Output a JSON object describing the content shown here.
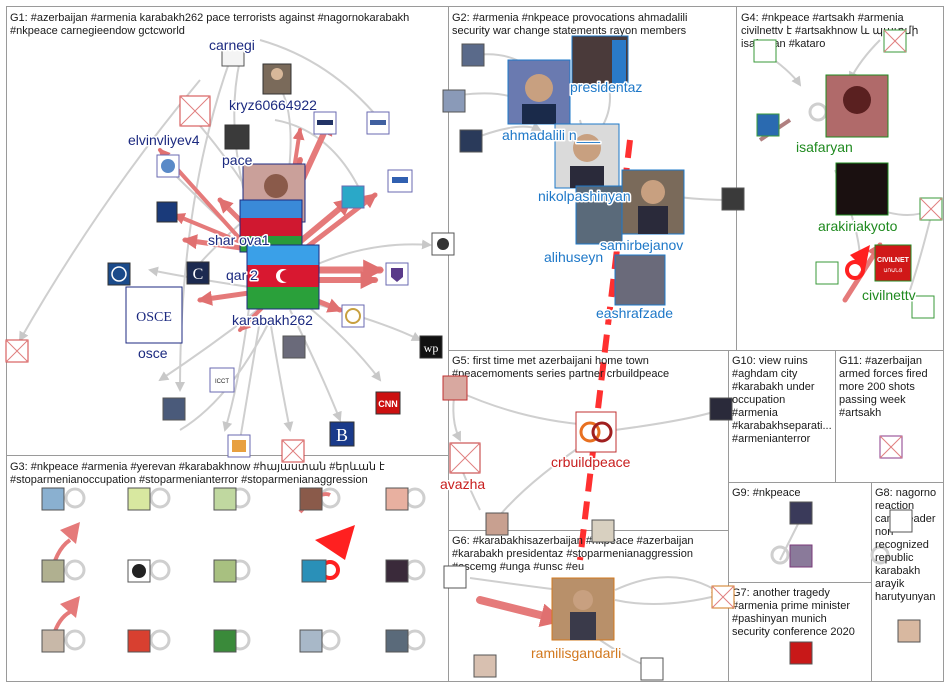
{
  "groups": [
    {
      "id": "G1",
      "lines": [
        "G1: #azerbaijan #armenia karabakh262 pace terrorists against #nagornokarabakh",
        "#nkpeace carnegieendow gctcworld"
      ]
    },
    {
      "id": "G2",
      "lines": [
        "G2: #armenia #nkpeace provocations ahmadalili",
        "security war change statements rayon members"
      ]
    },
    {
      "id": "G3",
      "lines": [
        "G3: #nkpeace #armenia #yerevan #karabakhnow #հայաստան #երևան է",
        "#stoparmenianoccupation #stoparmenianterror #stoparmenianaggression"
      ]
    },
    {
      "id": "G4",
      "lines": [
        "G4: #nkpeace #artsakh #armenia",
        "civilnettv է #artsakhnow և պատմի",
        "isafaryan #kataro"
      ]
    },
    {
      "id": "G5",
      "lines": [
        "G5: first time met azerbaijani home town",
        "#peacemoments series partner crbuildpeace"
      ]
    },
    {
      "id": "G6",
      "lines": [
        "G6: #karabakhisazerbaijan #nkpeace #azerbaijan",
        "#karabakh presidentaz #stoparmenianaggression",
        "#oscemg #unga #unsc #eu"
      ]
    },
    {
      "id": "G7",
      "lines": [
        "G7: another tragedy",
        "#armenia prime minister",
        "#pashinyan munich",
        "security conference 2020"
      ]
    },
    {
      "id": "G8",
      "lines": [
        "G8: nagorno",
        "reaction",
        "came leader",
        "non",
        "recognized",
        "republic",
        "karabakh",
        "arayik",
        "harutyunyan"
      ]
    },
    {
      "id": "G9",
      "lines": [
        "G9: #nkpeace"
      ]
    },
    {
      "id": "G10",
      "lines": [
        "G10: view ruins",
        "#aghdam city",
        "#karabakh under",
        "occupation",
        "#armenia",
        "#karabakhseparati...",
        "#armenianterror"
      ]
    },
    {
      "id": "G11",
      "lines": [
        "G11: #azerbaijan",
        "armed forces fired",
        "more 200 shots",
        "passing week",
        "#artsakh"
      ]
    }
  ],
  "labels": [
    {
      "id": "carnegi",
      "text": "carnegi",
      "color": "#1c2a80"
    },
    {
      "id": "kryz",
      "text": "kryz60664922",
      "color": "#1c2a80"
    },
    {
      "id": "elvin",
      "text": "elvinvliyev4",
      "color": "#1c2a80"
    },
    {
      "id": "pace",
      "text": "pace",
      "color": "#1c2a80"
    },
    {
      "id": "sharova",
      "text": "shar           ova1",
      "color": "#1c2a80"
    },
    {
      "id": "qar",
      "text": "qar           2",
      "color": "#1c2a80"
    },
    {
      "id": "karabakh262",
      "text": "karabakh262",
      "color": "#1c2a80"
    },
    {
      "id": "osce",
      "text": "osce",
      "color": "#1c2a80"
    },
    {
      "id": "presidentaz",
      "text": "presidentaz",
      "color": "#1e78c8"
    },
    {
      "id": "ahmadalili",
      "text": "ahmadalili           n___",
      "color": "#1e78c8"
    },
    {
      "id": "nikol",
      "text": "nikolpashinyan",
      "color": "#1e78c8"
    },
    {
      "id": "samir",
      "text": "samirbejanov",
      "color": "#1e78c8"
    },
    {
      "id": "alihu",
      "text": "alihuseyn",
      "color": "#1e78c8"
    },
    {
      "id": "eashraf",
      "text": "eashrafzade",
      "color": "#1e78c8"
    },
    {
      "id": "isafaryan",
      "text": "isafaryan",
      "color": "#1f8a1f"
    },
    {
      "id": "arakiri",
      "text": "arakiriakyoto",
      "color": "#1f8a1f"
    },
    {
      "id": "civilnettv",
      "text": "civilnettv",
      "color": "#1f8a1f"
    },
    {
      "id": "crbuild",
      "text": "crbuildpeace",
      "color": "#c81e1e"
    },
    {
      "id": "avazha",
      "text": "avazha",
      "color": "#c81e1e"
    },
    {
      "id": "ramilis",
      "text": "ramilisgandarli",
      "color": "#d2781e"
    }
  ],
  "logos": {
    "civilnet_top": "CIVILNET",
    "civilnet_sub": "ԱՌԱՆՑ",
    "wp": "wp",
    "cnn": "CNN",
    "b": "B",
    "c": "C",
    "ferrer": "ICCT",
    "osce_box": "OSCE"
  }
}
